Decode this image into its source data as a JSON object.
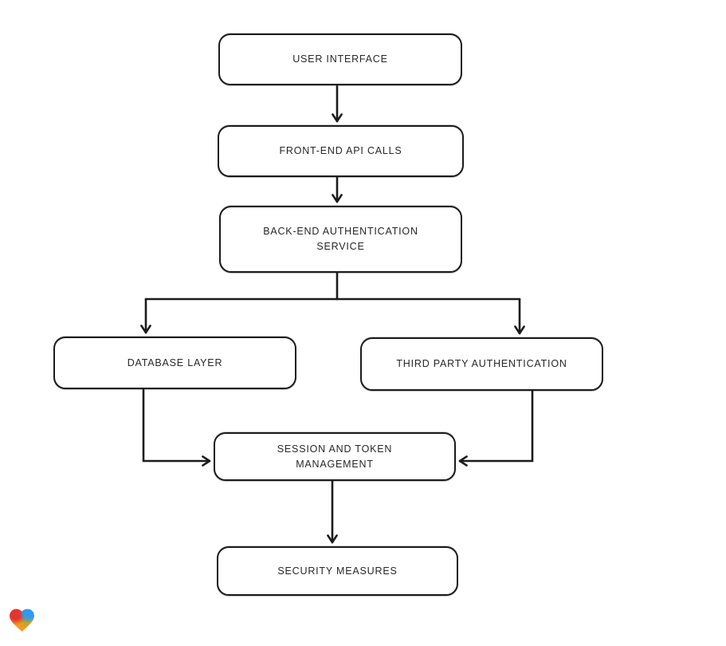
{
  "diagram": {
    "type": "flowchart",
    "style": "hand-drawn",
    "background_color": "#ffffff",
    "stroke_color": "#1b1b1b",
    "nodes": [
      {
        "id": "user-interface",
        "label": "USER INTERFACE"
      },
      {
        "id": "front-end-api-calls",
        "label": "FRONT-END API CALLS"
      },
      {
        "id": "back-end-authentication-service",
        "label": "BACK-END AUTHENTICATION SERVICE"
      },
      {
        "id": "database-layer",
        "label": "DATABASE LAYER"
      },
      {
        "id": "third-party-authentication",
        "label": "THIRD PARTY AUTHENTICATION"
      },
      {
        "id": "session-and-token-management",
        "label": "SESSION AND TOKEN MANAGEMENT"
      },
      {
        "id": "security-measures",
        "label": "SECURITY MEASURES"
      }
    ],
    "edges": [
      {
        "from": "user-interface",
        "to": "front-end-api-calls"
      },
      {
        "from": "front-end-api-calls",
        "to": "back-end-authentication-service"
      },
      {
        "from": "back-end-authentication-service",
        "to": "database-layer"
      },
      {
        "from": "back-end-authentication-service",
        "to": "third-party-authentication"
      },
      {
        "from": "database-layer",
        "to": "session-and-token-management"
      },
      {
        "from": "third-party-authentication",
        "to": "session-and-token-management"
      },
      {
        "from": "session-and-token-management",
        "to": "security-measures"
      }
    ]
  },
  "logo": {
    "icon": "gradient-heart-logo",
    "colors": {
      "red": "#e3342f",
      "blue": "#2d9bf0",
      "orange": "#f79a1f",
      "green": "#7cb342"
    }
  }
}
